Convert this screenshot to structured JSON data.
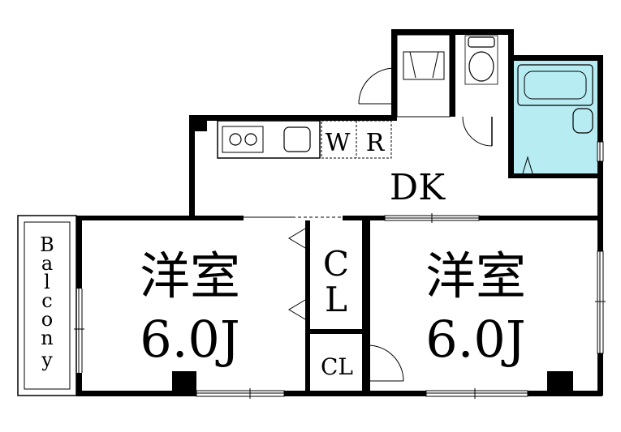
{
  "plan": {
    "rooms": {
      "dk": {
        "label": "DK"
      },
      "room_left": {
        "label_jp": "洋室",
        "size": "6.0J"
      },
      "room_right": {
        "label_jp": "洋室",
        "size": "6.0J"
      },
      "closet_big": {
        "line1": "C",
        "line2": "L"
      },
      "closet_small": {
        "label": "CL"
      },
      "balcony": {
        "letters": [
          "B",
          "a",
          "l",
          "c",
          "o",
          "n",
          "y"
        ]
      },
      "walk_in": {
        "w": "W",
        "r": "R"
      }
    },
    "colors": {
      "wall": "#000000",
      "bath_fill": "#b6ecf2",
      "background": "#ffffff"
    },
    "icons": [
      "stove-icon",
      "sink-icon",
      "toilet-icon",
      "bathtub-icon",
      "washbasin-icon",
      "shoe-cabinet-icon",
      "door-swing-icon"
    ]
  }
}
